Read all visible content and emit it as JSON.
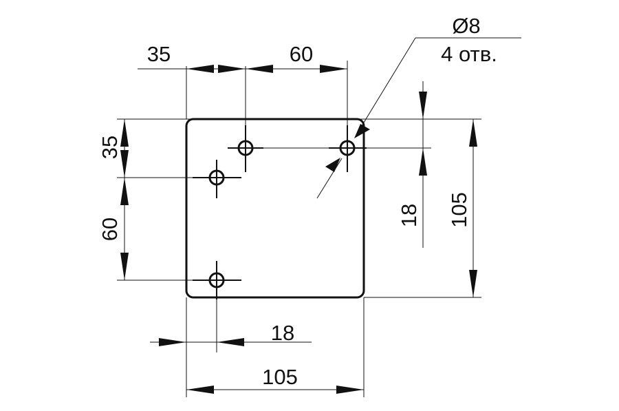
{
  "drawing": {
    "hole_callout": {
      "diameter": "Ø8",
      "count": "4 отв."
    },
    "dimensions": {
      "top_left_offset": "35",
      "top_hole_spacing": "60",
      "left_top_offset": "35",
      "left_hole_spacing": "60",
      "right_hole_offset": "18",
      "overall_height": "105",
      "bottom_hole_offset": "18",
      "overall_width": "105"
    }
  },
  "colors": {
    "line": "#111111",
    "background": "#ffffff"
  }
}
